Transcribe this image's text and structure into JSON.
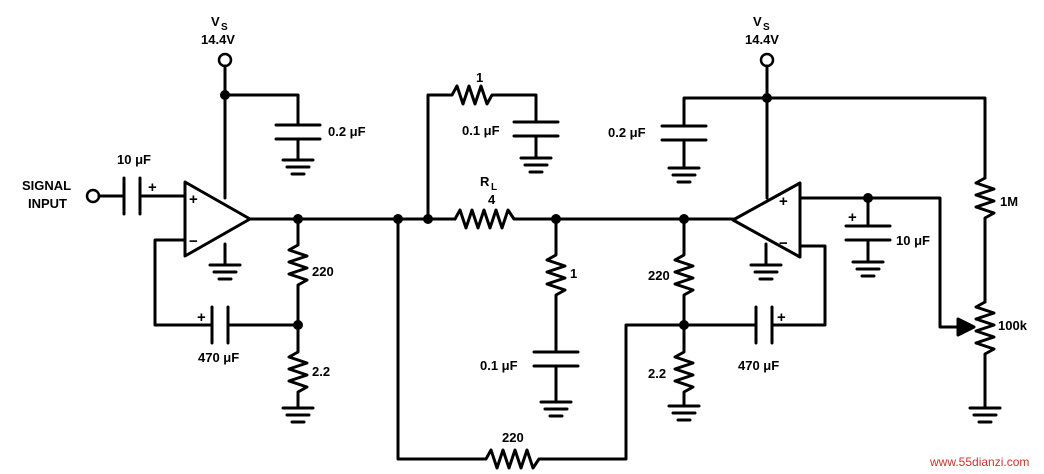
{
  "supply_left": {
    "symbol": "V",
    "sub": "S",
    "voltage": "14.4V"
  },
  "supply_right": {
    "symbol": "V",
    "sub": "S",
    "voltage": "14.4V"
  },
  "input_label": {
    "line1": "SIGNAL",
    "line2": "INPUT"
  },
  "components": {
    "c_in": "10 μF",
    "c_bypass_left": "0.2 μF",
    "c_feedback_left": "470 μF",
    "r_divider_left_top": "220",
    "r_divider_left_bottom": "2.2",
    "r_zobel_top": "1",
    "c_zobel_top": "0.1 μF",
    "rl_name": "R",
    "rl_sub": "L",
    "rl_value": "4",
    "r_zobel_bottom": "1",
    "c_zobel_bottom": "0.1 μF",
    "c_bypass_right": "0.2 μF",
    "r_divider_right_top": "220",
    "r_divider_right_bottom": "2.2",
    "c_feedback_right": "470 μF",
    "r_bias_top": "1M",
    "c_bias": "10 μF",
    "pot": "100k",
    "r_bridge_feedback": "220"
  },
  "signs": {
    "plus": "+",
    "minus": "−"
  },
  "watermark": "www.55dianzi.com"
}
